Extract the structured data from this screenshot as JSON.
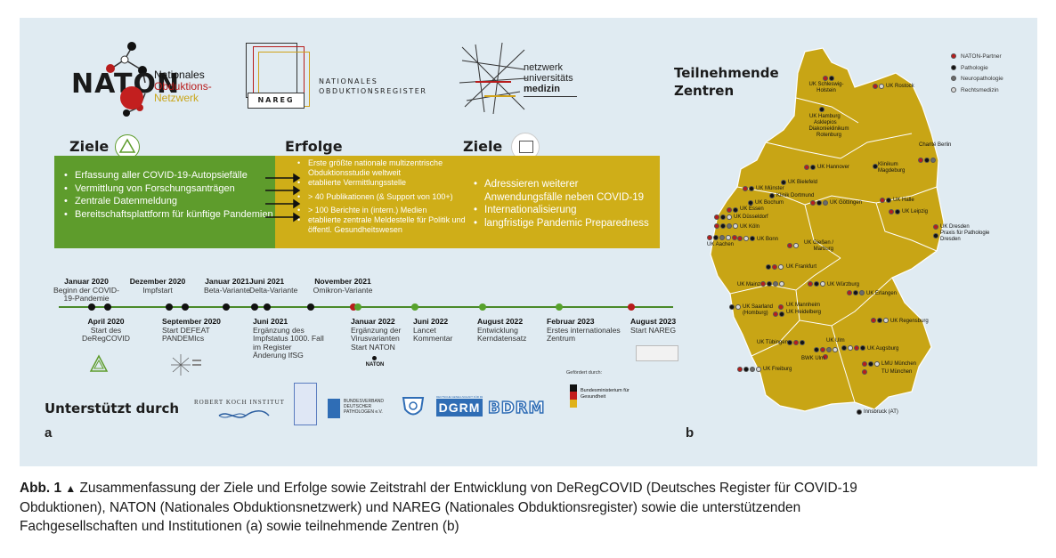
{
  "logos": {
    "naton_word": "NATON",
    "naton_sub": [
      "Nationales",
      "Obduktions-",
      "Netzwerk"
    ],
    "nareg_badge": "NAREG",
    "nareg_text": [
      "NATIONALES",
      "OBDUKTIONSREGISTER"
    ],
    "netzwerk_text": [
      "netzwerk",
      "universitäts",
      "medizin"
    ]
  },
  "goals": {
    "heading": "Ziele",
    "items": [
      "Erfassung aller COVID-19-Autopsiefälle",
      "Vermittlung von Forschungsanträgen",
      "Zentrale Datenmeldung",
      "Bereitschaftsplattform für künftige Pandemien"
    ]
  },
  "successes": {
    "heading": "Erfolge",
    "items": [
      "Erste größte nationale multizentrische Obduktionsstudie weltweit",
      "etablierte Vermittlungsstelle",
      "> 40 Publikationen (& Support von 100+)",
      "> 100 Berichte in (intern.) Medien",
      "etablierte zentrale Meldestelle für Politik und öffentl. Gesundheitswesen"
    ]
  },
  "future_goals": {
    "heading": "Ziele",
    "items": [
      "Adressieren weiterer Anwendungsfälle neben COVID-19",
      "Internationalisierung",
      "langfristige Pandemic Preparedness"
    ]
  },
  "timeline_top": [
    {
      "date": "Januar 2020",
      "text": "Beginn der COVID-19-Pandemie"
    },
    {
      "date": "Dezember 2020",
      "text": "Impfstart"
    },
    {
      "date": "Januar 2021",
      "text": "Beta-Variante"
    },
    {
      "date": "Juni 2021",
      "text": "Delta-Variante"
    },
    {
      "date": "November 2021",
      "text": "Omikron-Variante"
    }
  ],
  "timeline_bottom": [
    {
      "date": "April 2020",
      "text": "Start des DeRegCOVID"
    },
    {
      "date": "September 2020",
      "text": "Start DEFEAT PANDEMIcs"
    },
    {
      "date": "Juni 2021",
      "text": "Ergänzung des Impfstatus 1000. Fall im Register Änderung IfSG"
    },
    {
      "date": "Januar 2022",
      "text": "Ergänzung der Virusvarianten Start NATON"
    },
    {
      "date": "Juni 2022",
      "text": "Lancet Kommentar"
    },
    {
      "date": "August 2022",
      "text": "Entwicklung Kerndatensatz"
    },
    {
      "date": "Februar 2023",
      "text": "Erstes internationales Zentrum"
    },
    {
      "date": "August 2023",
      "text": "Start NAREG"
    }
  ],
  "supported": {
    "heading": "Unterstützt durch",
    "rki": "ROBERT KOCH INSTITUT",
    "bdp": "BUNDESVERBAND DEUTSCHER PATHOLOGEN e.V.",
    "dgrm": "DGRM",
    "dgrm_sub": "DEUTSCHE GESELLSCHAFT FÜR RECHTSMEDIZIN",
    "bdrm": "BDRM",
    "funded_by": "Gefördert durch:",
    "ministry": "Bundesministerium für Gesundheit"
  },
  "panel_labels": {
    "a": "a",
    "b": "b"
  },
  "map": {
    "title": [
      "Teilnehmende",
      "Zentren"
    ],
    "legend": [
      {
        "label": "NATON-Partner",
        "color": "#b81c1c"
      },
      {
        "label": "Pathologie",
        "color": "#111111"
      },
      {
        "label": "Neuropathologie",
        "color": "#6b6b6b"
      },
      {
        "label": "Rechtsmedizin",
        "color": "#d8d8d8"
      }
    ],
    "labels": [
      "UK Schleswig-Holstein",
      "UK Rostock",
      "UK Hamburg",
      "Asklepios",
      "Diakonieklinikum Rotenburg",
      "Charité Berlin",
      "Klinikum Magdeburg",
      "UK Hannover",
      "UK Bielefeld",
      "UK Münster",
      "Klinik Dortmund",
      "UK Bochum",
      "UK Essen",
      "UK Düsseldorf",
      "UK Göttingen",
      "UK Halle",
      "UK Leipzig",
      "UK Dresden",
      "Praxis für Pathologie Dresden",
      "UK Köln",
      "UK Aachen",
      "UK Bonn",
      "UK Gießen / Marburg",
      "UK Frankfurt",
      "UK Mainz",
      "UK Würzburg",
      "UK Erlangen",
      "UK Saarland (Homburg)",
      "UK Mannheim",
      "UK Heidelberg",
      "UK Regensburg",
      "UK Tübingen",
      "UK Ulm",
      "BWK Ulm",
      "UK Augsburg",
      "LMU München",
      "TU München",
      "UK Freiburg",
      "Innsbruck (AT)"
    ]
  },
  "caption": {
    "label": "Abb. 1",
    "marker": "▲",
    "text": "Zusammenfassung der Ziele und Erfolge sowie Zeitstrahl der Entwicklung von DeRegCOVID (Deutsches Register für COVID-19 Obduktionen), NATON (Nationales Obduktionsnetzwerk) und NAREG (Nationales Obduktionsregister) sowie die unterstützenden Fachgesellschaften und Institutionen (a) sowie teilnehmende Zentren (b)"
  }
}
